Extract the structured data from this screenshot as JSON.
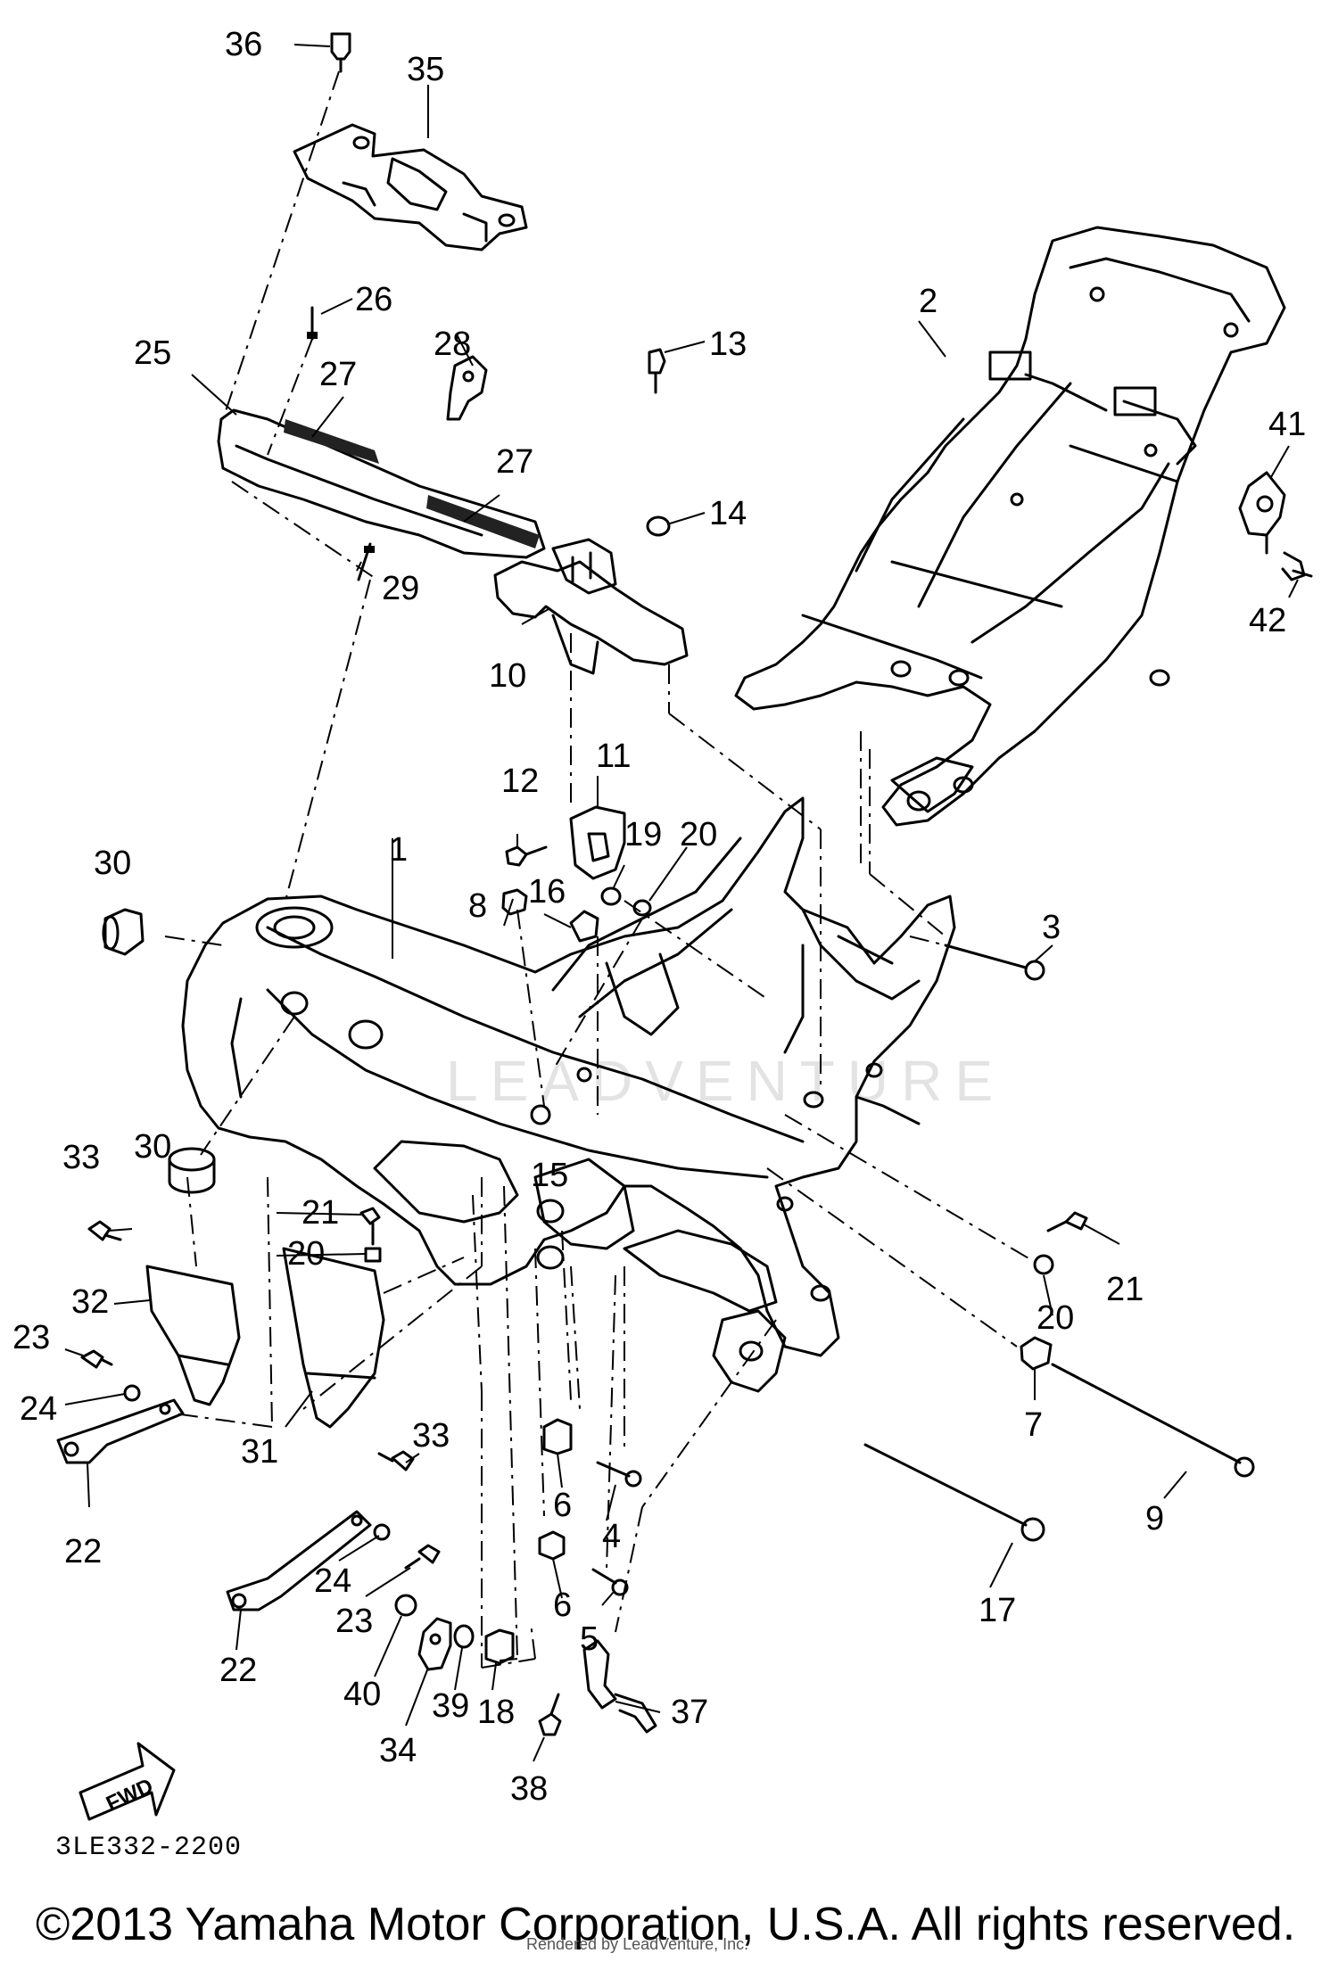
{
  "diagram": {
    "part_labels": [
      "1",
      "2",
      "3",
      "4",
      "5",
      "6",
      "7",
      "8",
      "9",
      "10",
      "11",
      "12",
      "13",
      "14",
      "15",
      "16",
      "17",
      "18",
      "19",
      "20",
      "21",
      "22",
      "23",
      "24",
      "25",
      "26",
      "27",
      "28",
      "29",
      "30",
      "31",
      "32",
      "33",
      "34",
      "35",
      "36",
      "37",
      "38",
      "39",
      "40",
      "41",
      "42"
    ],
    "direction_label": "FWD",
    "drawing_code": "3LE332-2200",
    "watermark": "LEADVENTURE"
  },
  "footer": {
    "copyright": "©2013 Yamaha Motor Corporation, U.S.A. All rights reserved.",
    "rendered_by": "Rendered by LeadVenture, Inc."
  }
}
